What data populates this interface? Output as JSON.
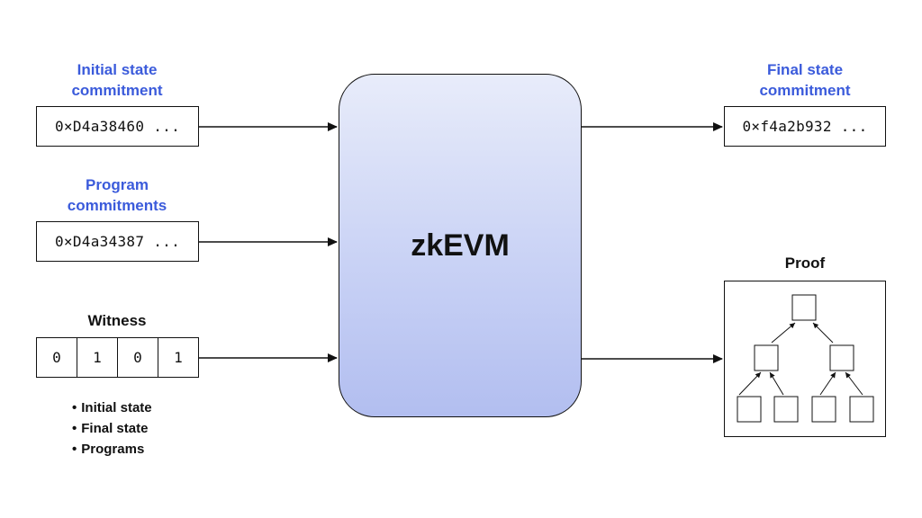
{
  "inputs": {
    "initial_state": {
      "label_line1": "Initial state",
      "label_line2": "commitment",
      "value": "0×D4a38460 ..."
    },
    "program": {
      "label_line1": "Program",
      "label_line2": "commitments",
      "value": "0×D4a34387 ..."
    },
    "witness": {
      "label": "Witness",
      "bits": [
        "0",
        "1",
        "0",
        "1"
      ],
      "items": [
        "Initial state",
        "Final state",
        "Programs"
      ]
    }
  },
  "processor": {
    "title": "zkEVM"
  },
  "outputs": {
    "final_state": {
      "label_line1": "Final state",
      "label_line2": "commitment",
      "value": "0×f4a2b932 ..."
    },
    "proof": {
      "label": "Proof",
      "tree_icon": "merkle-tree-icon"
    }
  },
  "colors": {
    "accent": "#3b5bdb",
    "evm_top": "#e8ecfa",
    "evm_bottom": "#b2bef0",
    "stroke": "#111111"
  }
}
